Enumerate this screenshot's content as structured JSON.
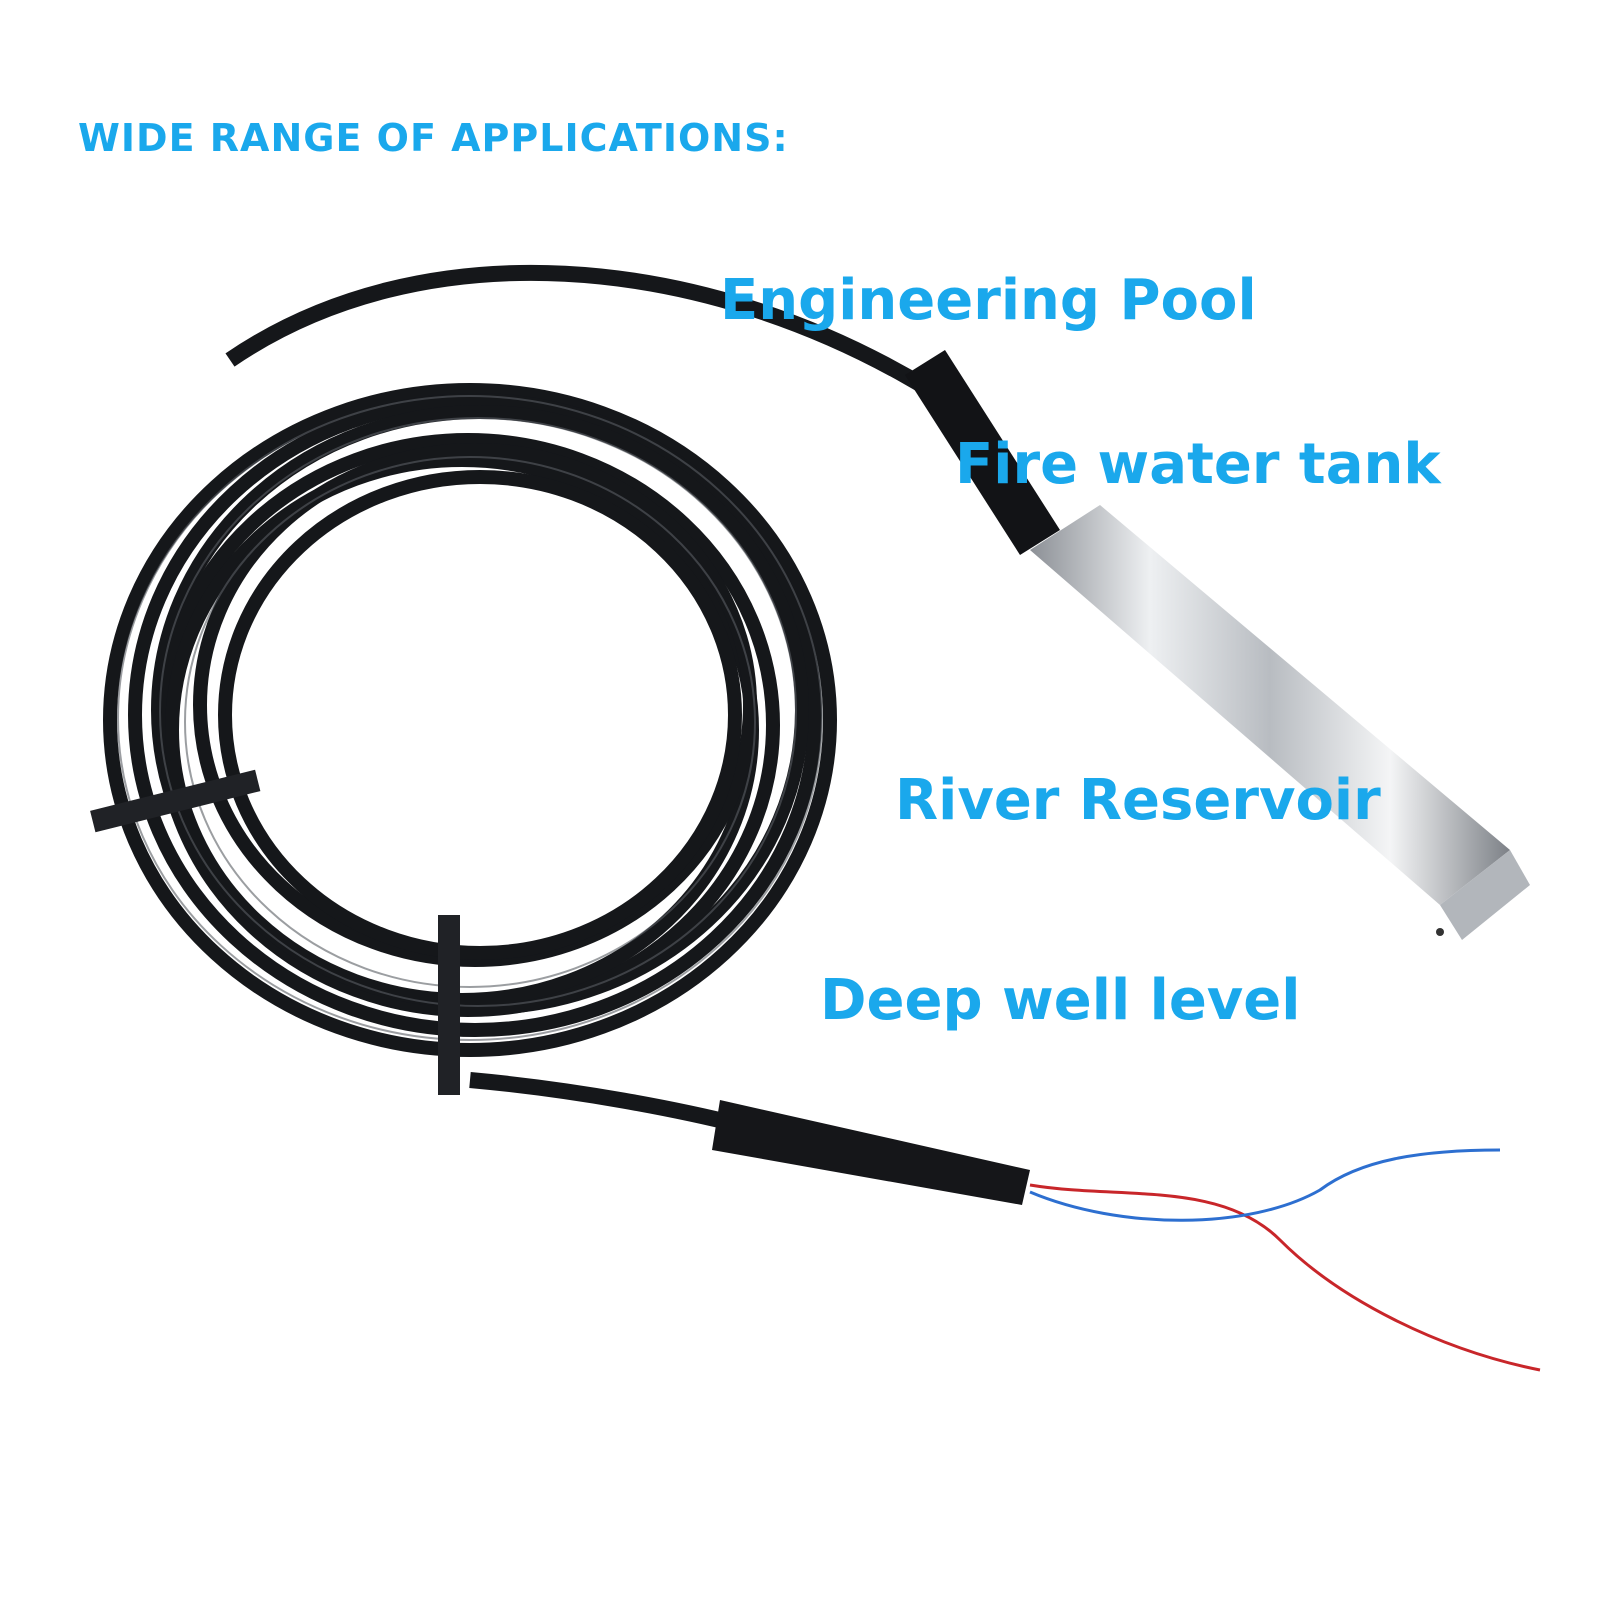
{
  "heading": "WIDE RANGE OF APPLICATIONS:",
  "applications": [
    "Engineering Pool",
    "Fire water tank",
    "River Reservoir",
    "Deep well level"
  ],
  "colors": {
    "text_accent": "#1aa8ec",
    "cable": "#15171a",
    "probe_steel": "#c9ccd0",
    "wire_red": "#c8262a",
    "wire_blue": "#2d6fd0",
    "background": "#ffffff"
  }
}
